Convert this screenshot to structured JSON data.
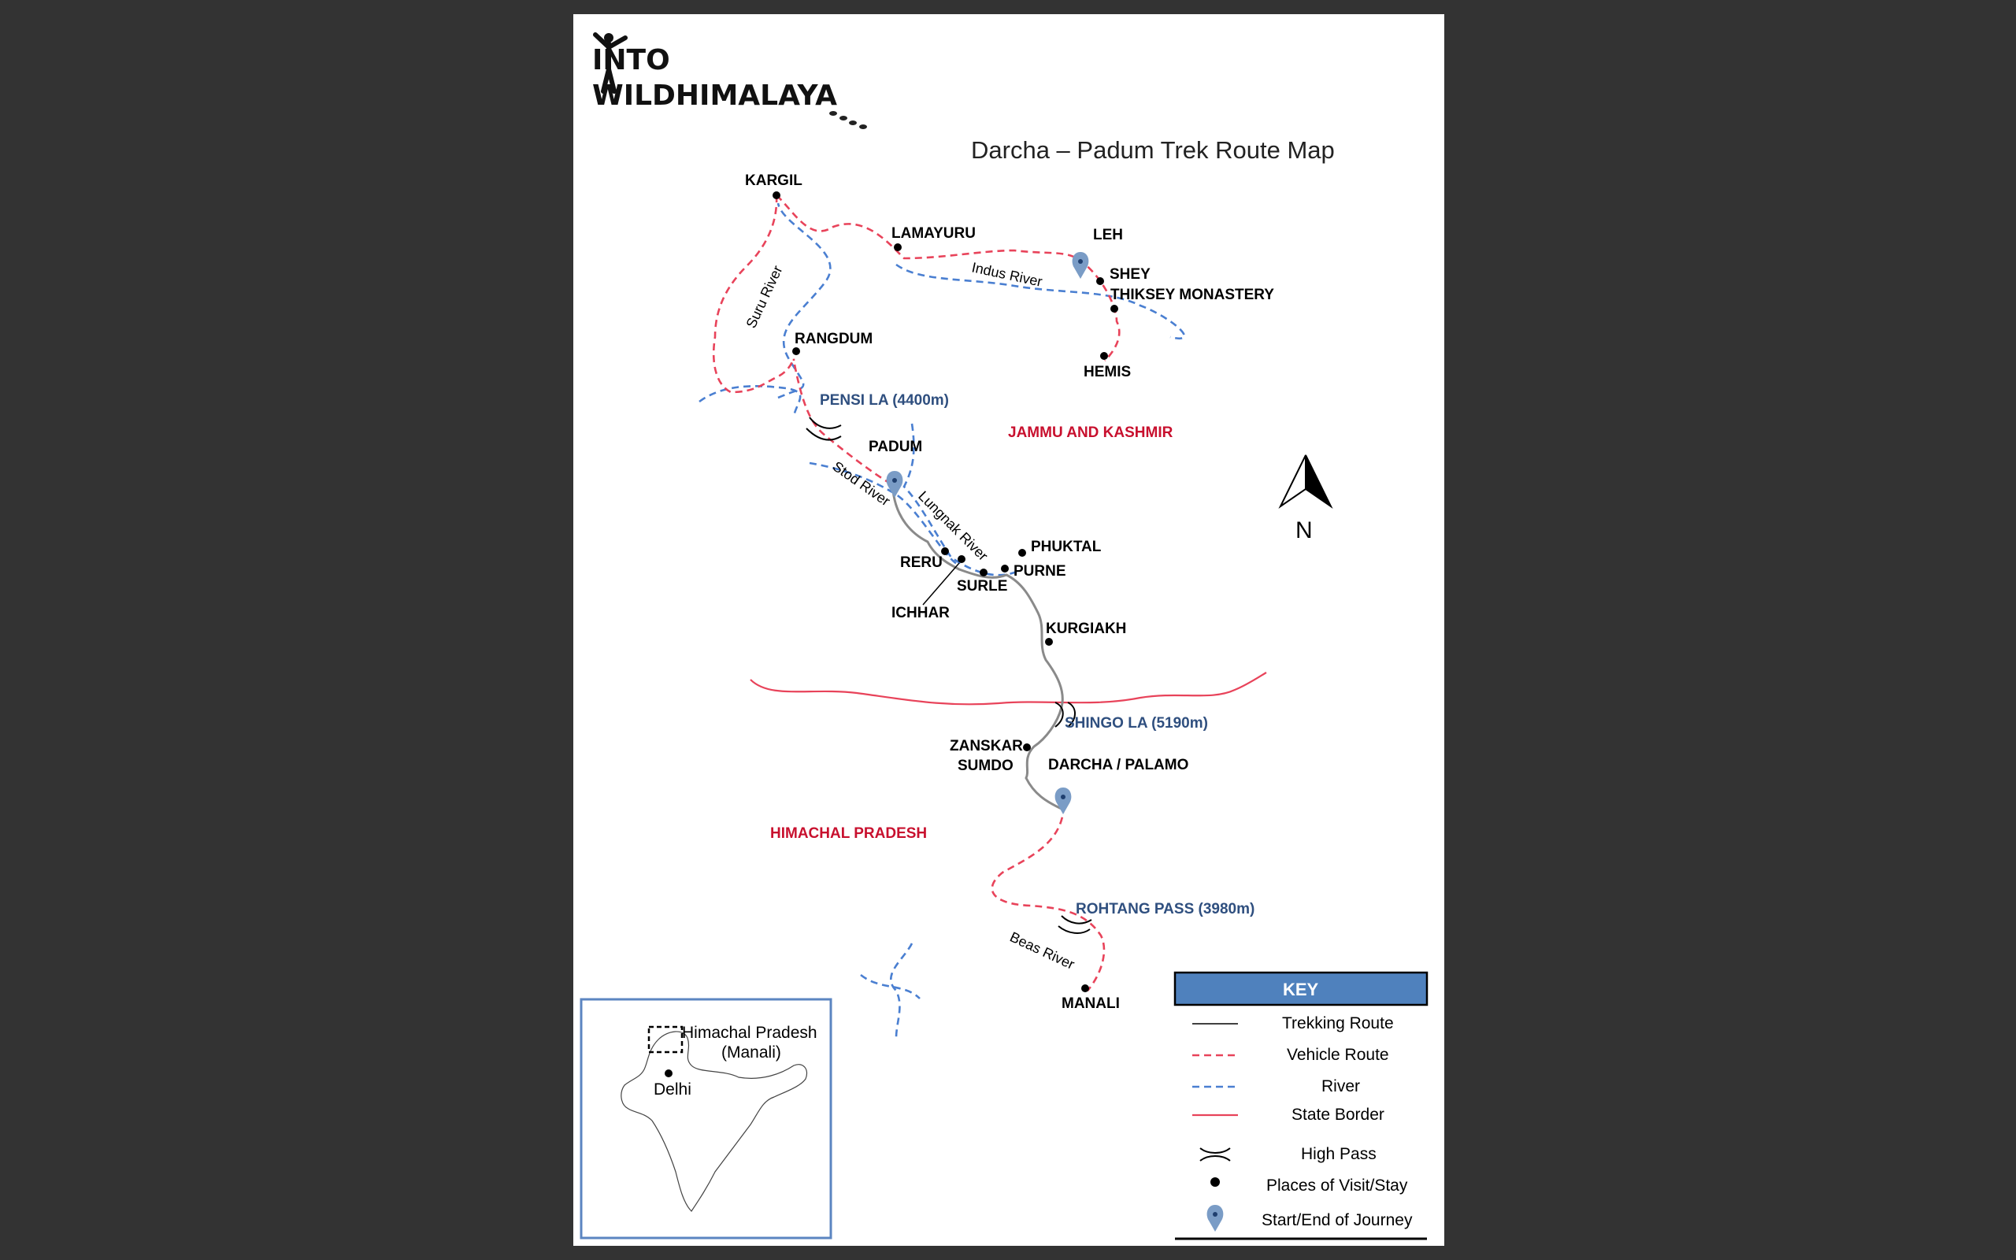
{
  "logo": {
    "line1": "INTO",
    "line2": "WILDHIMALAYA"
  },
  "title": "Darcha – Padum Trek Route Map",
  "places": {
    "kargil": "KARGIL",
    "lamayuru": "LAMAYURU",
    "leh": "LEH",
    "shey": "SHEY",
    "thiksey": "THIKSEY MONASTERY",
    "hemis": "HEMIS",
    "rangdum": "RANGDUM",
    "padum": "PADUM",
    "reru": "RERU",
    "ichhar": "ICHHAR",
    "surle": "SURLE",
    "purne": "PURNE",
    "phuktal": "PHUKTAL",
    "kurgiakh": "KURGIAKH",
    "zanskar_sumdo_1": "ZANSKAR",
    "zanskar_sumdo_2": "SUMDO",
    "darcha": "DARCHA / PALAMO",
    "manali": "MANALI"
  },
  "passes": {
    "pensi": "PENSI LA (4400m)",
    "shingo": "SHINGO LA (5190m)",
    "rohtang": "ROHTANG PASS (3980m)"
  },
  "states": {
    "jk": "JAMMU AND KASHMIR",
    "hp": "HIMACHAL PRADESH"
  },
  "rivers": {
    "suru": "Suru River",
    "indus": "Indus River",
    "stod": "Stod River",
    "lungnak": "Lungnak River",
    "beas": "Beas River"
  },
  "north": "N",
  "inset": {
    "label_line1": "Himachal Pradesh",
    "label_line2": "(Manali)",
    "city": "Delhi"
  },
  "key": {
    "title": "KEY",
    "items": [
      "Trekking Route",
      "Vehicle Route",
      "River",
      "State Border",
      "High Pass",
      "Places of Visit/Stay",
      "Start/End of Journey"
    ]
  },
  "colors": {
    "background": "#333333",
    "vehicle_route": "#e8435a",
    "river": "#4a7fd1",
    "trek_route": "#8a8a8a",
    "state_label": "#c8102e",
    "pass_label": "#2f4f7f",
    "key_header": "#4f81bd",
    "pin": "#7a9cc6"
  }
}
